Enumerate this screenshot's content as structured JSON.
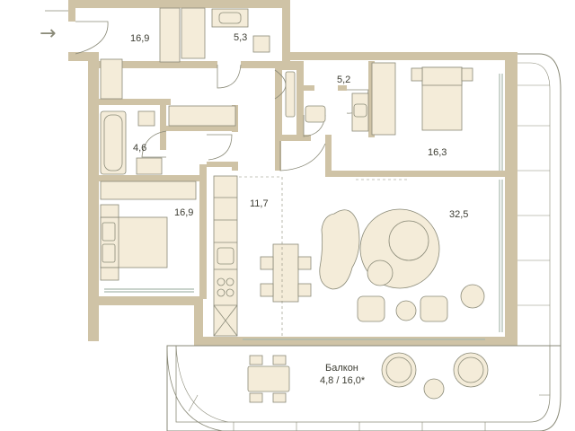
{
  "plan": {
    "entrance_arrow": "→",
    "rooms": {
      "hall": "16,9",
      "bath_top": "5,3",
      "bath_right": "5,2",
      "bedroom_right": "16,3",
      "bath_left": "4,6",
      "bedroom_left": "16,9",
      "corridor": "11,7",
      "living": "32,5",
      "balcony_name": "Балкон",
      "balcony_area": "4,8 / 16,0*"
    },
    "colors": {
      "wall": "#cfc3a6",
      "floor": "#ffffff",
      "furniture": "#f4ecd9",
      "line": "#8a8a78",
      "window": "#a9b9ae"
    }
  }
}
